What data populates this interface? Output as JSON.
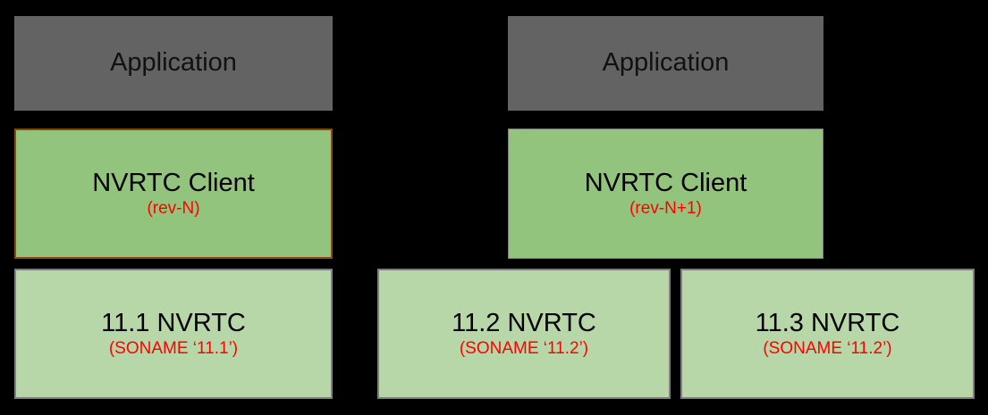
{
  "diagram": {
    "background_color": "#000000",
    "colors": {
      "application_fill": "#636363",
      "client_fill": "#92c47d",
      "library_fill": "#b7d7a8",
      "highlight_border": "#8a4b08",
      "normal_border": "#7f7f7f",
      "title_text": "#000000",
      "sub_text": "#ff0000"
    },
    "left_stack": {
      "application": {
        "title": "Application"
      },
      "client": {
        "title": "NVRTC Client",
        "sub": "(rev-N)"
      },
      "libraries": [
        {
          "title": "11.1 NVRTC",
          "sub": "(SONAME ‘11.1’)"
        }
      ]
    },
    "right_stack": {
      "application": {
        "title": "Application"
      },
      "client": {
        "title": "NVRTC Client",
        "sub": "(rev-N+1)"
      },
      "libraries": [
        {
          "title": "11.2 NVRTC",
          "sub": "(SONAME ‘11.2’)"
        },
        {
          "title": "11.3 NVRTC",
          "sub": "(SONAME ‘11.2’)"
        }
      ]
    }
  }
}
